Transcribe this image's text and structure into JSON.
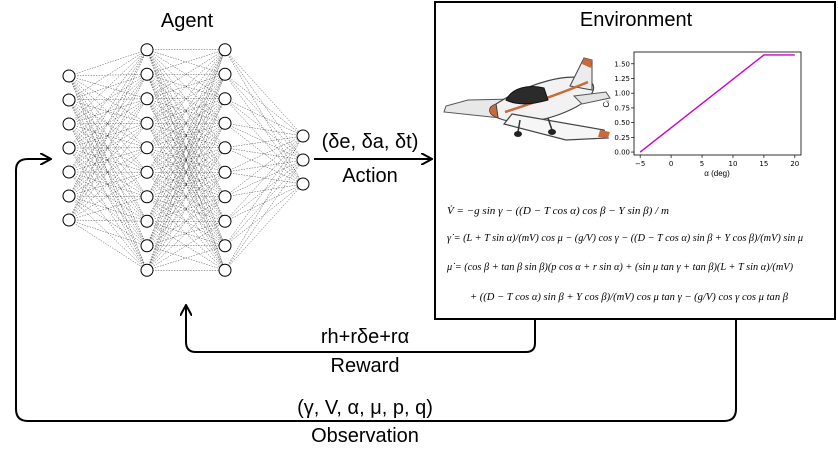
{
  "agent": {
    "title": "Agent",
    "layers": [
      7,
      10,
      10,
      3
    ]
  },
  "environment": {
    "title": "Environment",
    "plot": {
      "ylabel": "Cₗ",
      "xlabel": "α (deg)",
      "xticks": [
        "−5",
        "0",
        "5",
        "10",
        "15",
        "20"
      ],
      "yticks": [
        "0.00",
        "0.25",
        "0.50",
        "0.75",
        "1.00",
        "1.25",
        "1.50"
      ]
    },
    "equations": {
      "eq1": "V̇ = −g sin γ − ((D − T cos α) cos β − Y sin β) / m",
      "eq2": "γ̇ = (L + T sin α)/(mV) cos μ − (g/V) cos γ − ((D − T cos α) sin β + Y cos β)/(mV) sin μ",
      "eq3": "μ̇ = (cos β + tan β sin β)(p cos α + r sin α) + (sin μ tan γ + tan β)(L + T sin α)/(mV)",
      "eq4": "+ ((D − T cos α) sin β + Y cos β)/(mV) cos μ tan γ − (g/V) cos γ cos μ tan β"
    }
  },
  "action": {
    "symbols": "(δe, δa, δt)",
    "label": "Action"
  },
  "reward": {
    "formula": "rh+rδe+rα",
    "label": "Reward"
  },
  "observation": {
    "symbols": "(γ, V, α, μ, p, q)",
    "label": "Observation"
  },
  "chart_data": {
    "type": "line",
    "title": "",
    "xlabel": "α (deg)",
    "ylabel": "Cₗ",
    "xlim": [
      -6,
      21
    ],
    "ylim": [
      -0.05,
      1.7
    ],
    "series": [
      {
        "x": [
          -5,
          15,
          20
        ],
        "y": [
          0.0,
          1.65,
          1.65
        ],
        "color": "#cc00cc"
      }
    ]
  }
}
